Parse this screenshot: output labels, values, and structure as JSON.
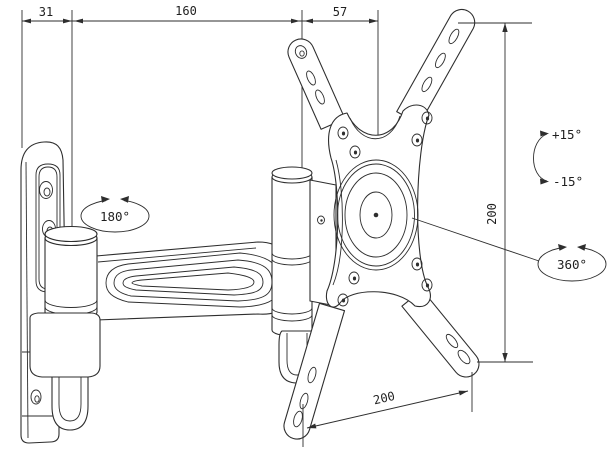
{
  "drawing": {
    "background": "#ffffff",
    "line_color": "#2e2e2e",
    "description": "Articulating TV wall mount bracket — dimensioned engineering drawing"
  },
  "dimensions": {
    "wall_plate_depth": "31",
    "arm_length": "160",
    "plate_to_vesa": "57",
    "vesa_height": "200",
    "vesa_width": "200"
  },
  "rotations": {
    "arm_swivel": "180°",
    "plate_spin": "360°",
    "tilt_up": "+15°",
    "tilt_down": "-15°"
  }
}
